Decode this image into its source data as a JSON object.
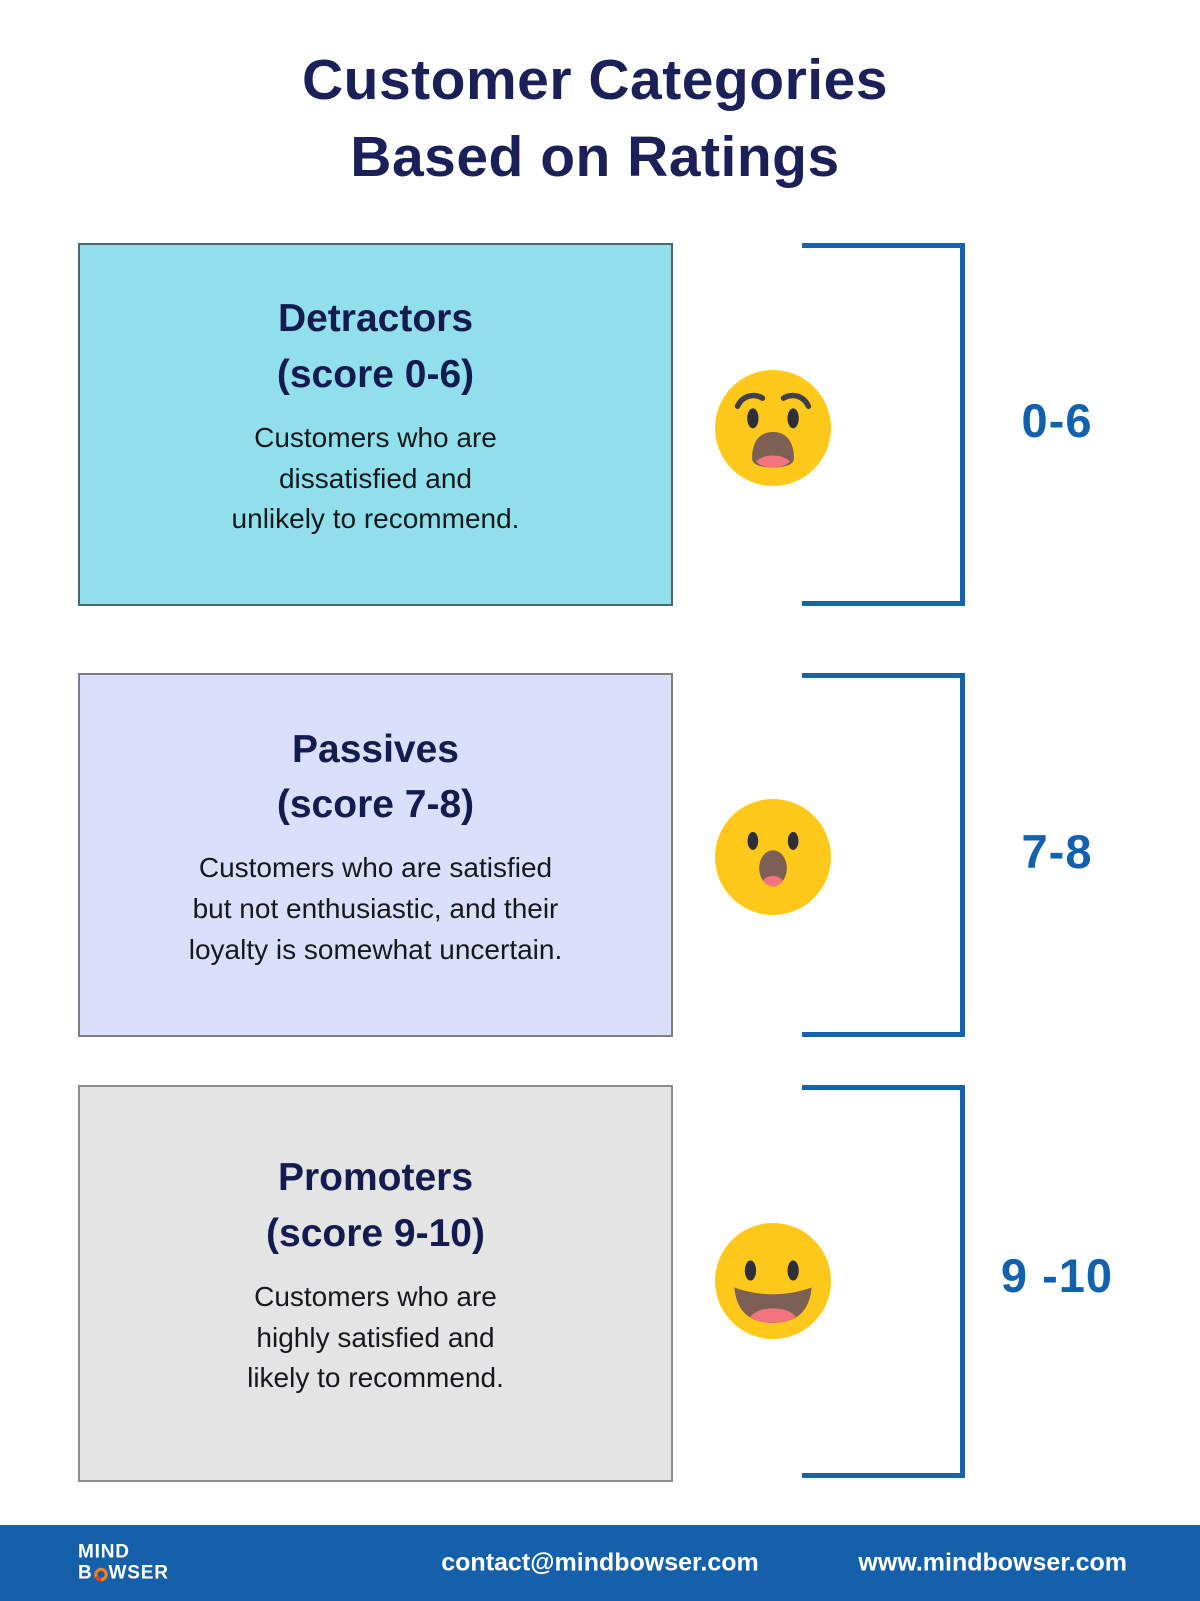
{
  "title": {
    "line1": "Customer Categories",
    "line2": "Based on Ratings",
    "color": "#1B2158"
  },
  "categories": [
    {
      "name": "Detractors",
      "score_label": "(score 0-6)",
      "description": "Customers who are\ndissatisfied and\nunlikely to recommend.",
      "range": "0-6",
      "emoji": "anguished-face",
      "bg": "#92DFEC",
      "border": "#4F6470"
    },
    {
      "name": "Passives",
      "score_label": "(score 7-8)",
      "description": "Customers who are satisfied\nbut not enthusiastic, and their\nloyalty is somewhat uncertain.",
      "range": "7-8",
      "emoji": "surprised-face",
      "bg": "#DAE0FB",
      "border": "#7D7D85"
    },
    {
      "name": "Promoters",
      "score_label": "(score 9-10)",
      "description": "Customers who are\nhighly satisfied and\nlikely to recommend.",
      "range": "9 -10",
      "emoji": "grinning-face",
      "bg": "#E4E4E4",
      "border": "#8C8C8C"
    }
  ],
  "colors": {
    "bracket_blue": "#1763AB",
    "score_blue": "#1261AE",
    "heading_navy": "#141B4F",
    "emoji_yellow": "#FFC81A",
    "footer_blue": "#1560AB"
  },
  "footer": {
    "logo_line1": "MIND",
    "logo_line2_prefix": "B",
    "logo_line2_suffix": "WSER",
    "email": "contact@mindbowser.com",
    "website": "www.mindbowser.com"
  }
}
